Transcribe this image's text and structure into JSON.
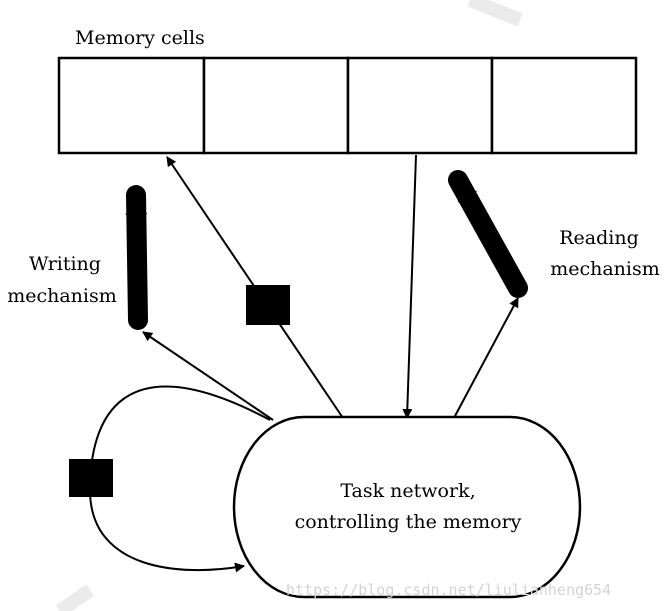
{
  "diagram": {
    "memory_label": "Memory cells",
    "memory_cell_count": 4,
    "writing_label_line1": "Writing",
    "writing_label_line2": "mechanism",
    "reading_label_line1": "Reading",
    "reading_label_line2": "mechanism",
    "task_label_line1": "Task network,",
    "task_label_line2": "controlling the memory",
    "watermark": "https://blog.csdn.net/liulianheng654"
  }
}
